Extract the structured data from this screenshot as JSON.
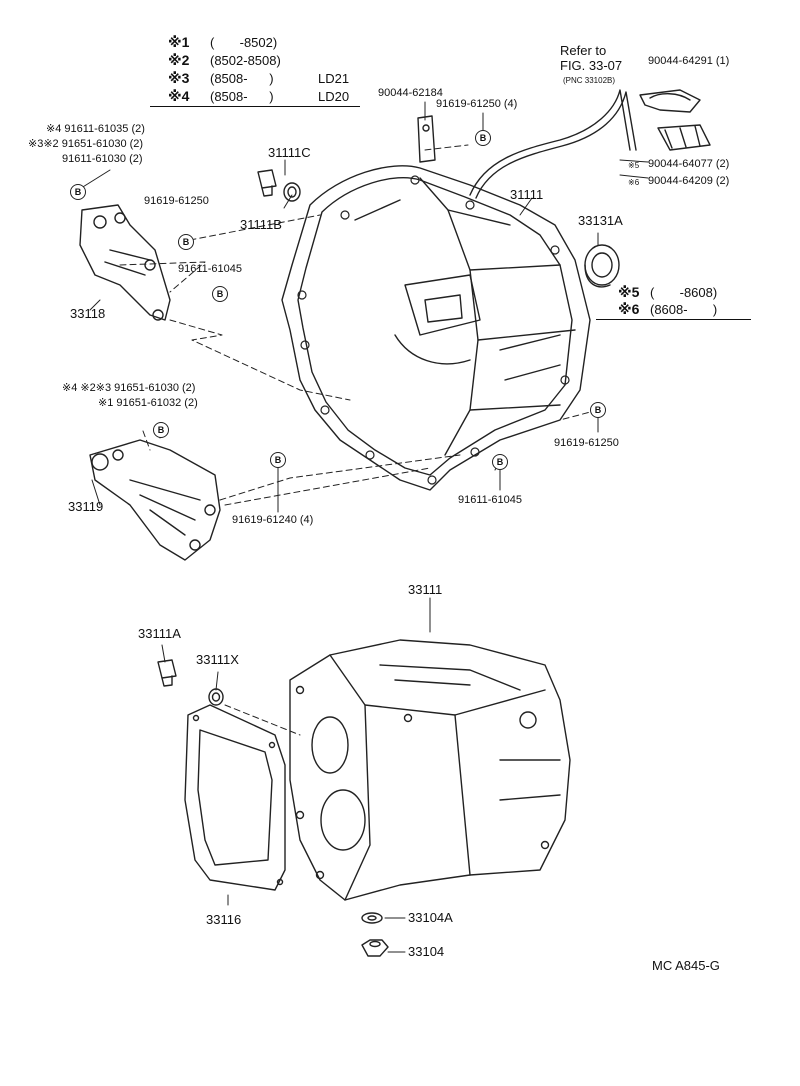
{
  "notes": [
    {
      "mark": "※1",
      "range": "(       -8502)",
      "model": ""
    },
    {
      "mark": "※2",
      "range": "(8502-8508)",
      "model": ""
    },
    {
      "mark": "※3",
      "range": "(8508-      )",
      "model": "LD21"
    },
    {
      "mark": "※4",
      "range": "(8508-      )",
      "model": "LD20"
    }
  ],
  "notes2": [
    {
      "mark": "※5",
      "range": "(       -8608)"
    },
    {
      "mark": "※6",
      "range": "(8608-       )"
    }
  ],
  "refer": {
    "line1": "Refer to",
    "line2": "FIG. 33-07",
    "pnc": "(PNC 33102B)"
  },
  "bolt_mark": "B",
  "labels": {
    "p90044_62184": "90044-62184",
    "p91619_61250_4": "91619-61250 (4)",
    "p90044_64291": "90044-64291 (1)",
    "p90044_64077": "90044-64077 (2)",
    "p90044_64209": "90044-64209 (2)",
    "m5": "※5",
    "m6": "※6",
    "left_top_1": "※4 91611-61035 (2)",
    "left_top_2": "※3※2 91651-61030 (2)",
    "left_top_3": "91611-61030 (2)",
    "p31111C": "31111C",
    "p31111B": "31111B",
    "p31111": "31111",
    "p91619_61250": "91619-61250",
    "p91611_61045_a": "91611-61045",
    "p33118": "33118",
    "p33131A": "33131A",
    "br2_1": "※4 ※2※3 91651-61030 (2)",
    "br2_2": "※1 91651-61032 (2)",
    "p33119": "33119",
    "p91619_61250_r": "91619-61250",
    "p91611_61045_b": "91611-61045",
    "p91619_61240_4": "91619-61240 (4)",
    "p33111_lower": "33111",
    "p33111A": "33111A",
    "p33111X": "33111X",
    "p33116": "33116",
    "p33104A": "33104A",
    "p33104": "33104",
    "code": "MC A845-G"
  }
}
